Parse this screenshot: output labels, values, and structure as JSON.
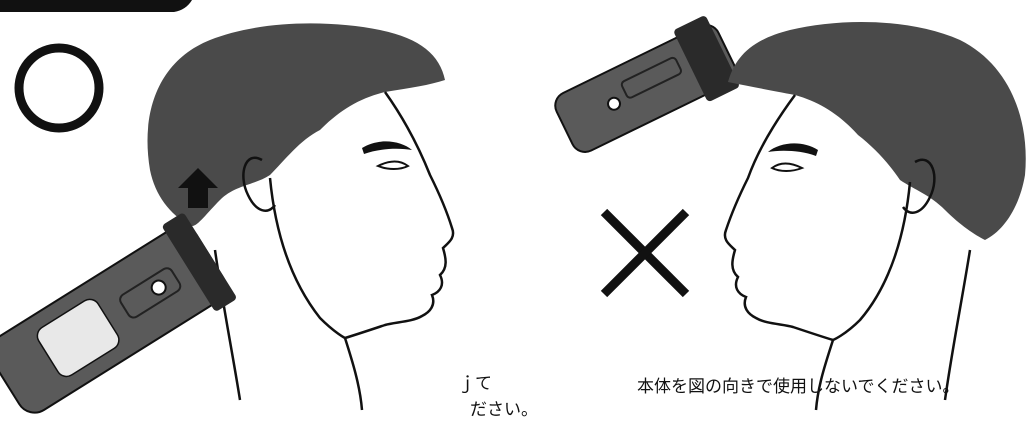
{
  "captions": {
    "left_fragment_1": "ｊて",
    "left_fragment_2": "ださい。",
    "right": "本体を図の向きで使用しないでください。"
  },
  "symbols": {
    "correct": "circle-correct-mark",
    "incorrect": "x-incorrect-mark"
  },
  "colors": {
    "hair": "#4a4a4a",
    "ink": "#111111",
    "clipper_body": "#5a5a5a",
    "background": "#ffffff"
  }
}
